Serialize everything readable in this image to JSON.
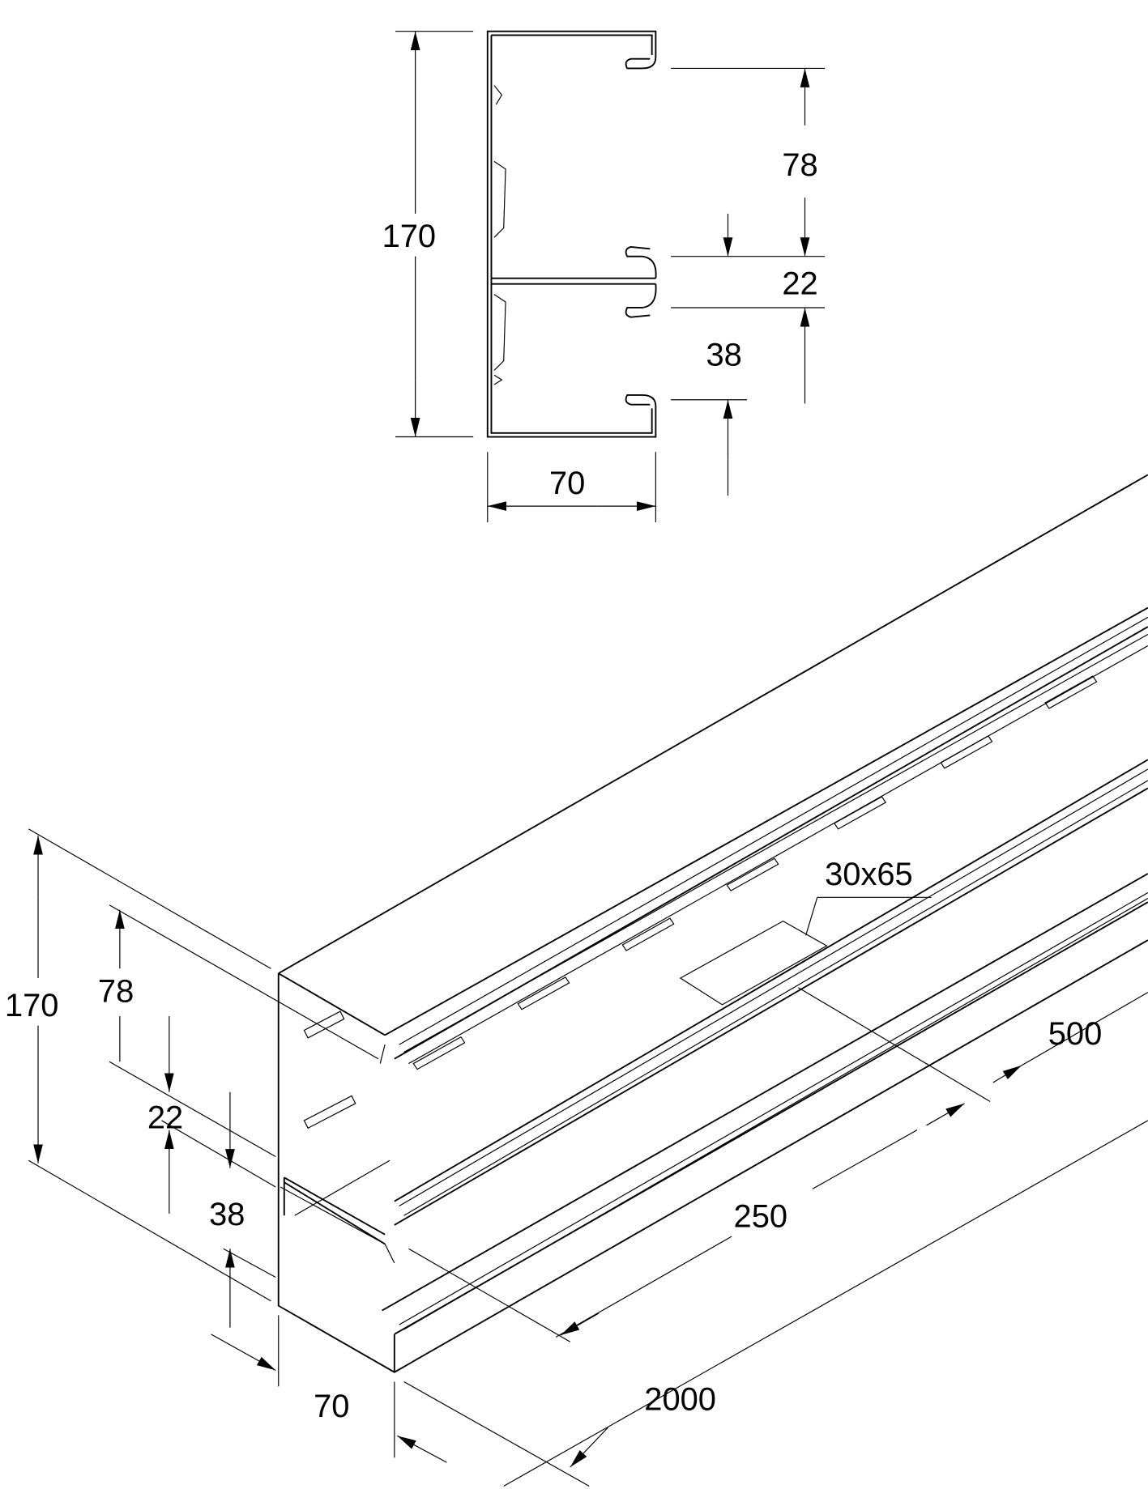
{
  "section_view": {
    "height_label": "170",
    "upper_chamber_label": "78",
    "slot_label": "22",
    "lower_chamber_label": "38",
    "width_label": "70"
  },
  "isometric_view": {
    "height_label": "170",
    "upper_chamber_label": "78",
    "slot_label": "22",
    "lower_chamber_label": "38",
    "width_label": "70",
    "cutout_label": "30x65",
    "cutout_spacing_label": "500",
    "cutout_offset_label": "250",
    "length_label": "2000"
  }
}
